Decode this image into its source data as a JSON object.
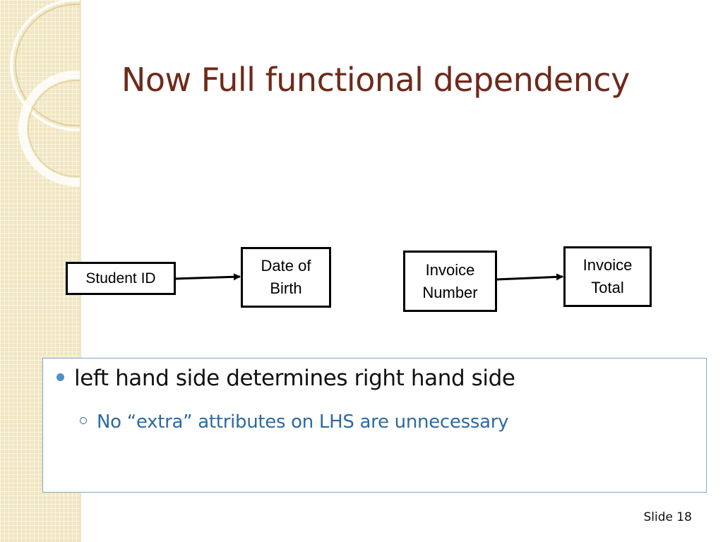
{
  "slide": {
    "title": "Now Full functional dependency",
    "slide_label": "Slide",
    "slide_number": "18"
  },
  "diagram": {
    "left_source": "Student ID",
    "left_target": "Date of\nBirth",
    "right_source": "Invoice\nNumber",
    "right_target": "Invoice\nTotal"
  },
  "content": {
    "bullet_1": "left hand side determines right hand side",
    "bullet_2": "No “extra” attributes on LHS are unnecessary"
  },
  "colors": {
    "title": "#6e2a1b",
    "accent_blue": "#2d6aa1",
    "strip": "#f1e6c2"
  }
}
